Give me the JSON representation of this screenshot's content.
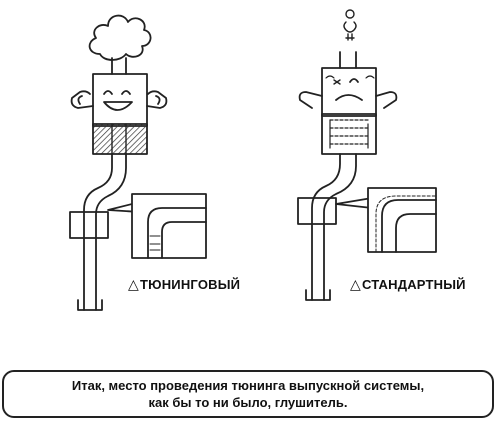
{
  "labels": {
    "tuning": "ТЮНИНГОВЫЙ",
    "standard": "СТАНДАРТНЫЙ",
    "triangle_symbol": "△"
  },
  "caption": {
    "line1": "Итак, место проведения тюнинга выпускной системы,",
    "line2": "как бы то ни было, глушитель."
  },
  "colors": {
    "ink": "#222222",
    "hatch": "#333333",
    "background": "#ffffff"
  }
}
